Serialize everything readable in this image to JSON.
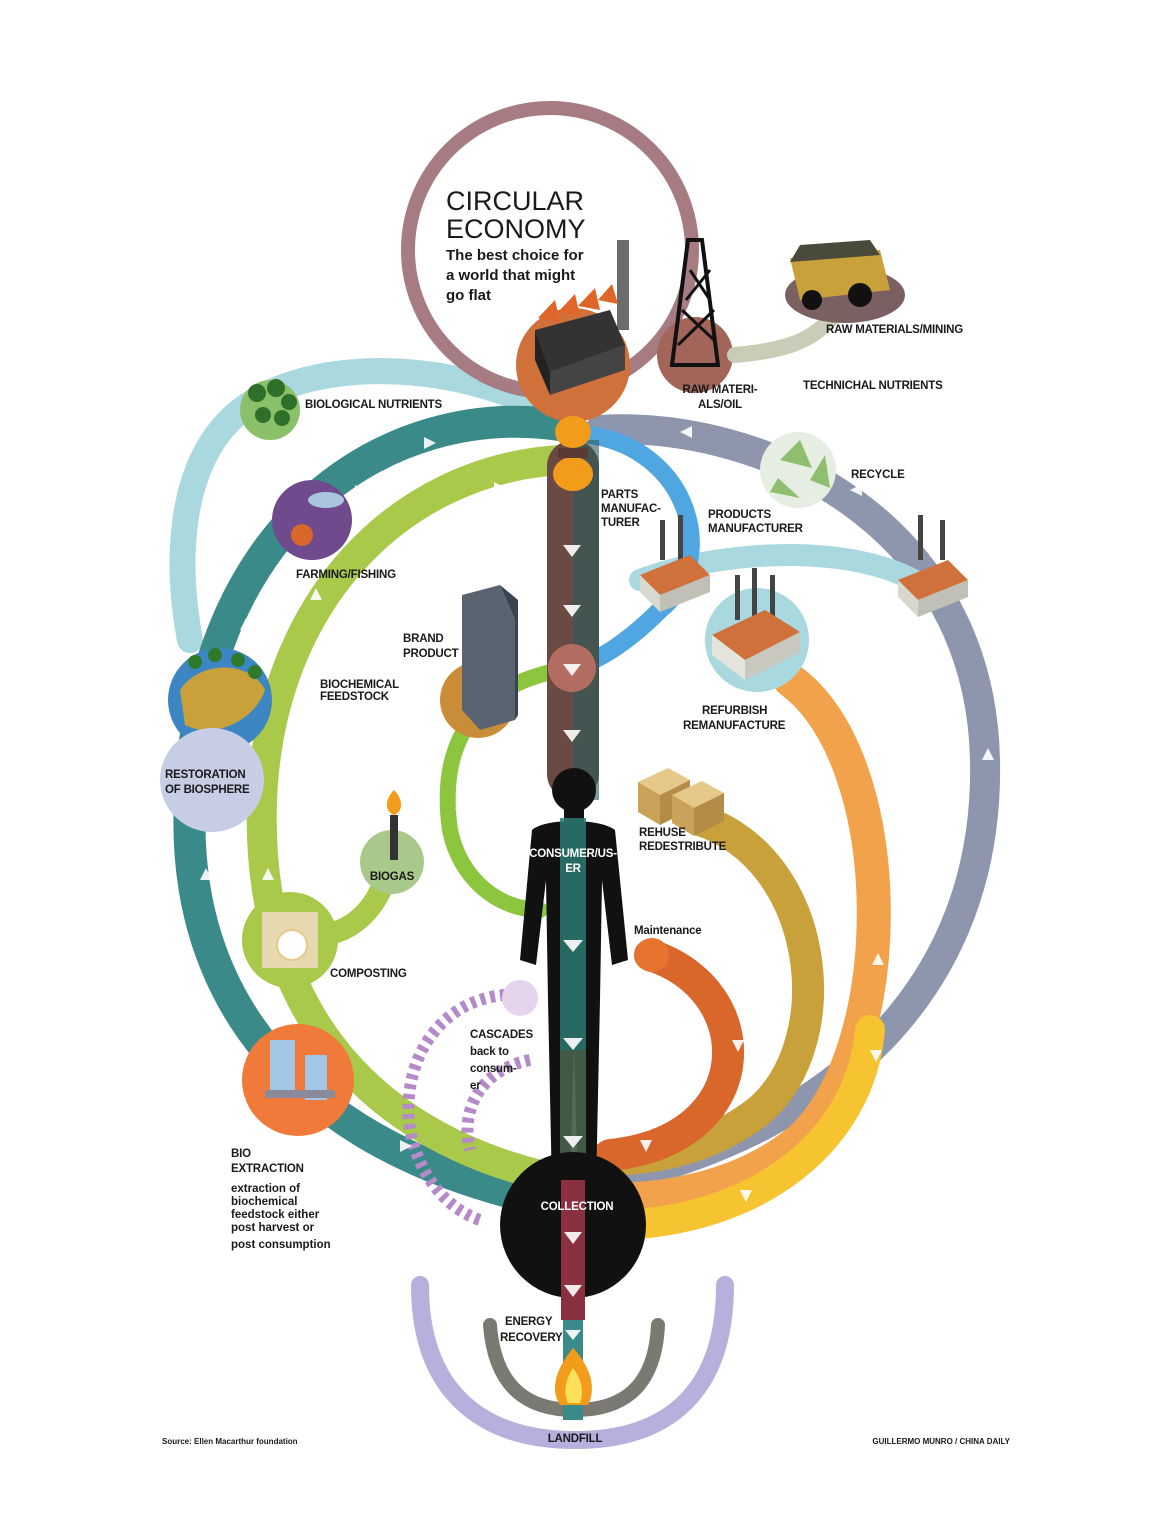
{
  "title": {
    "line1": "CIRCULAR",
    "line2": "ECONOMY",
    "subtitle_lines": [
      "The best choice for",
      "a world that might",
      "go flat"
    ]
  },
  "labels": {
    "raw_materials_mining": "RAW MATERIALS/MINING",
    "raw_materials_oil": [
      "RAW MATERI-",
      "ALS/OIL"
    ],
    "technical_nutrients": "TECHNICHAL NUTRIENTS",
    "biological_nutrients": "BIOLOGICAL NUTRIENTS",
    "recycle": "RECYCLE",
    "parts_manufacturer": [
      "PARTS",
      "MANUFAC-",
      "TURER"
    ],
    "products_manufacturer": [
      "PRODUCTS",
      "MANUFACTURER"
    ],
    "farming_fishing": "FARMING/FISHING",
    "brand_product": [
      "BRAND",
      "PRODUCT"
    ],
    "biochemical_feedstock": [
      "BIOCHEMICAL",
      "FEEDSTOCK"
    ],
    "refurbish": [
      "REFURBISH",
      "REMANUFACTURE"
    ],
    "restoration": [
      "RESTORATION",
      "OF BIOSPHERE"
    ],
    "rehuse": [
      "REHUSE",
      "REDESTRIBUTE"
    ],
    "consumer": [
      "CONSUMER/US-",
      "ER"
    ],
    "biogas": "BIOGAS",
    "maintenance": "Maintenance",
    "composting": "COMPOSTING",
    "cascades": [
      "CASCADES",
      "back to",
      "consum-",
      "er"
    ],
    "bio_extraction": [
      "BIO",
      "EXTRACTION"
    ],
    "bio_extraction_desc": [
      "extraction of",
      "biochemical",
      "feedstock either",
      "post harvest or",
      "post consumption"
    ],
    "collection": "COLLECTION",
    "energy_recovery": [
      "ENERGY",
      "RECOVERY"
    ],
    "landfill": "LANDFILL"
  },
  "footer": {
    "source": "Source: Ellen Macarthur foundation",
    "credit": "GUILLERMO MUNRO / CHINA DAILY"
  },
  "colors": {
    "title_ring": "#a67c82",
    "light_blue": "#a9d8df",
    "teal": "#3a8a89",
    "lime": "#a9c94a",
    "green": "#8cc63f",
    "grey_blue": "#8e96ad",
    "blue": "#4fa6e0",
    "orange": "#f2a24a",
    "gold": "#c9a13a",
    "burnt_orange": "#d9662b",
    "yellow": "#f5c430",
    "stem_brown": "#6b4a43",
    "stem_teal": "#2a6e68",
    "lavender": "#b7b0dd",
    "dark_grey": "#7a7a72",
    "purple_dashed": "#b48ac9"
  }
}
